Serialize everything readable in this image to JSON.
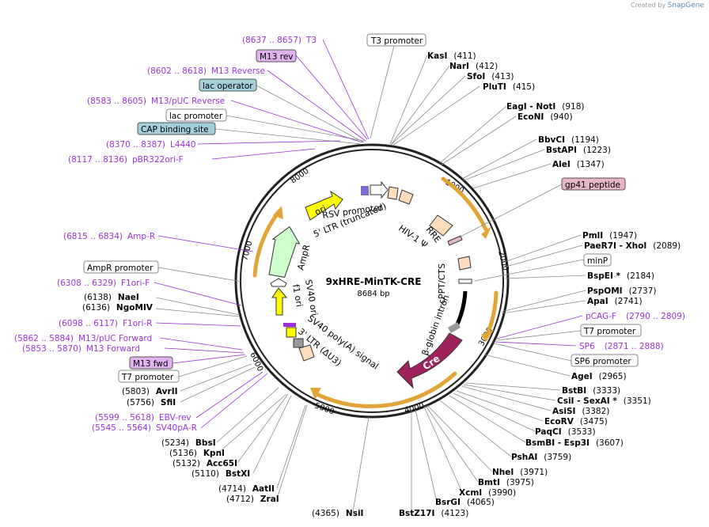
{
  "credit": {
    "prefix": "Created by",
    "brand": "SnapGene"
  },
  "center": {
    "name": "9xHRE-MinTK-CRE",
    "size": "8684 bp"
  },
  "ticks": [
    "1000",
    "2000",
    "3000",
    "4000",
    "5000",
    "6000",
    "7000",
    "8000"
  ],
  "labels_right": [
    {
      "name": "KasI",
      "pos": "(411)",
      "kind": "enzyme"
    },
    {
      "name": "NarI",
      "pos": "(412)",
      "kind": "enzyme"
    },
    {
      "name": "SfoI",
      "pos": "(413)",
      "kind": "enzyme"
    },
    {
      "name": "PluTI",
      "pos": "(415)",
      "kind": "enzyme"
    },
    {
      "name": "EagI - NotI",
      "pos": "(918)",
      "kind": "enzyme"
    },
    {
      "name": "EcoNI",
      "pos": "(940)",
      "kind": "enzyme"
    },
    {
      "name": "BbvCI",
      "pos": "(1194)",
      "kind": "enzyme"
    },
    {
      "name": "BstAPI",
      "pos": "(1223)",
      "kind": "enzyme"
    },
    {
      "name": "AleI",
      "pos": "(1347)",
      "kind": "enzyme"
    },
    {
      "name": "PmlI",
      "pos": "(1947)",
      "kind": "enzyme"
    },
    {
      "name": "PaeR7I - XhoI",
      "pos": "(2089)",
      "kind": "enzyme"
    },
    {
      "name": "BspEI *",
      "pos": "(2184)",
      "kind": "enzyme"
    },
    {
      "name": "PspOMI",
      "pos": "(2737)",
      "kind": "enzyme"
    },
    {
      "name": "ApaI",
      "pos": "(2741)",
      "kind": "enzyme"
    },
    {
      "name": "AgeI",
      "pos": "(2965)",
      "kind": "enzyme"
    },
    {
      "name": "BstBI",
      "pos": "(3333)",
      "kind": "enzyme"
    },
    {
      "name": "CsiI - SexAI *",
      "pos": "(3351)",
      "kind": "enzyme"
    },
    {
      "name": "AsiSI",
      "pos": "(3382)",
      "kind": "enzyme"
    },
    {
      "name": "EcoRV",
      "pos": "(3475)",
      "kind": "enzyme"
    },
    {
      "name": "PaqCI",
      "pos": "(3533)",
      "kind": "enzyme"
    },
    {
      "name": "BsmBI - Esp3I",
      "pos": "(3607)",
      "kind": "enzyme"
    },
    {
      "name": "PshAI",
      "pos": "(3759)",
      "kind": "enzyme"
    },
    {
      "name": "NheI",
      "pos": "(3971)",
      "kind": "enzyme"
    },
    {
      "name": "BmtI",
      "pos": "(3975)",
      "kind": "enzyme"
    },
    {
      "name": "XcmI",
      "pos": "(3990)",
      "kind": "enzyme"
    },
    {
      "name": "BsrGI",
      "pos": "(4065)",
      "kind": "enzyme"
    },
    {
      "name": "BstZ17I",
      "pos": "(4123)",
      "kind": "enzyme"
    }
  ],
  "labels_left": [
    {
      "name": "NsiI",
      "pos": "(4365)",
      "kind": "enzyme"
    },
    {
      "name": "ZraI",
      "pos": "(4712)",
      "kind": "enzyme"
    },
    {
      "name": "AatII",
      "pos": "(4714)",
      "kind": "enzyme"
    },
    {
      "name": "BstXI",
      "pos": "(5110)",
      "kind": "enzyme"
    },
    {
      "name": "Acc65I",
      "pos": "(5132)",
      "kind": "enzyme"
    },
    {
      "name": "KpnI",
      "pos": "(5136)",
      "kind": "enzyme"
    },
    {
      "name": "BbsI",
      "pos": "(5234)",
      "kind": "enzyme"
    },
    {
      "name": "SfiI",
      "pos": "(5756)",
      "kind": "enzyme"
    },
    {
      "name": "AvrII",
      "pos": "(5803)",
      "kind": "enzyme"
    },
    {
      "name": "NgoMIV",
      "pos": "(6136)",
      "kind": "enzyme"
    },
    {
      "name": "NaeI",
      "pos": "(6138)",
      "kind": "enzyme"
    }
  ],
  "primers": [
    {
      "range": "(8637 .. 8657)",
      "name": "T3"
    },
    {
      "range": "(8602 .. 8618)",
      "name": "M13 Reverse"
    },
    {
      "range": "(8583 .. 8605)",
      "name": "M13/pUC Reverse"
    },
    {
      "range": "(8370 .. 8387)",
      "name": "L4440"
    },
    {
      "range": "(8117 .. 8136)",
      "name": "pBR322ori-F"
    },
    {
      "range": "(6815 .. 6834)",
      "name": "Amp-R"
    },
    {
      "range": "(6308 .. 6329)",
      "name": "F1ori-F"
    },
    {
      "range": "(6098 .. 6117)",
      "name": "F1ori-R"
    },
    {
      "range": "(5862 .. 5884)",
      "name": "M13/pUC Forward"
    },
    {
      "range": "(5853 .. 5870)",
      "name": "M13 Forward"
    },
    {
      "range": "(5599 .. 5618)",
      "name": "EBV-rev"
    },
    {
      "range": "(5545 .. 5564)",
      "name": "SV40pA-R"
    },
    {
      "range": "(2790 .. 2809)",
      "name": "pCAG-F"
    },
    {
      "range": "(2871 .. 2888)",
      "name": "SP6"
    }
  ],
  "boxes": [
    {
      "text": "T3 promoter",
      "style": "white"
    },
    {
      "text": "M13 rev",
      "style": "purple"
    },
    {
      "text": "lac operator",
      "style": "teal"
    },
    {
      "text": "lac promoter",
      "style": "white"
    },
    {
      "text": "CAP binding site",
      "style": "teal"
    },
    {
      "text": "gp41 peptide",
      "style": "pink"
    },
    {
      "text": "minP",
      "style": "white"
    },
    {
      "text": "T7 promoter",
      "style": "white"
    },
    {
      "text": "SP6 promoter",
      "style": "white"
    },
    {
      "text": "AmpR promoter",
      "style": "white"
    },
    {
      "text": "M13 fwd",
      "style": "purple"
    },
    {
      "text": "T7 promoter",
      "style": "white"
    }
  ],
  "features": {
    "rsv": "RSV promoter",
    "ltr5": "5' LTR (truncated)",
    "hiv": "HIV-1 Ψ",
    "rre": "RRE",
    "cppt": "cPPT/CTS",
    "globin": "β-globin intron",
    "cre": "Cre",
    "sv40pa": "SV40 poly(A) signal",
    "ltr3": "3' LTR (ΔU3)",
    "sv40ori": "SV40 ori",
    "f1ori": "f1 ori",
    "ampr": "AmpR",
    "ori": "ori"
  },
  "colors": {
    "backbone": "#222222",
    "orf": "#ffff00",
    "ori_arrow": "#ffff00",
    "amp": "#ccffcc",
    "cre": "#a0225c",
    "ltr": "#ffdcbc",
    "primer_purple": "#9b30d9",
    "teal_box": "#a5cfd8",
    "purple_box": "#e0b3f0",
    "pink_box": "#e8b4c8",
    "yellow_arc": "#e2a437"
  }
}
